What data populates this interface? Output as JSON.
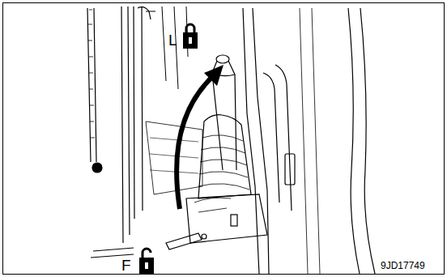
{
  "diagram": {
    "labels": [
      "L",
      "F",
      "9JD17749"
    ]
  }
}
